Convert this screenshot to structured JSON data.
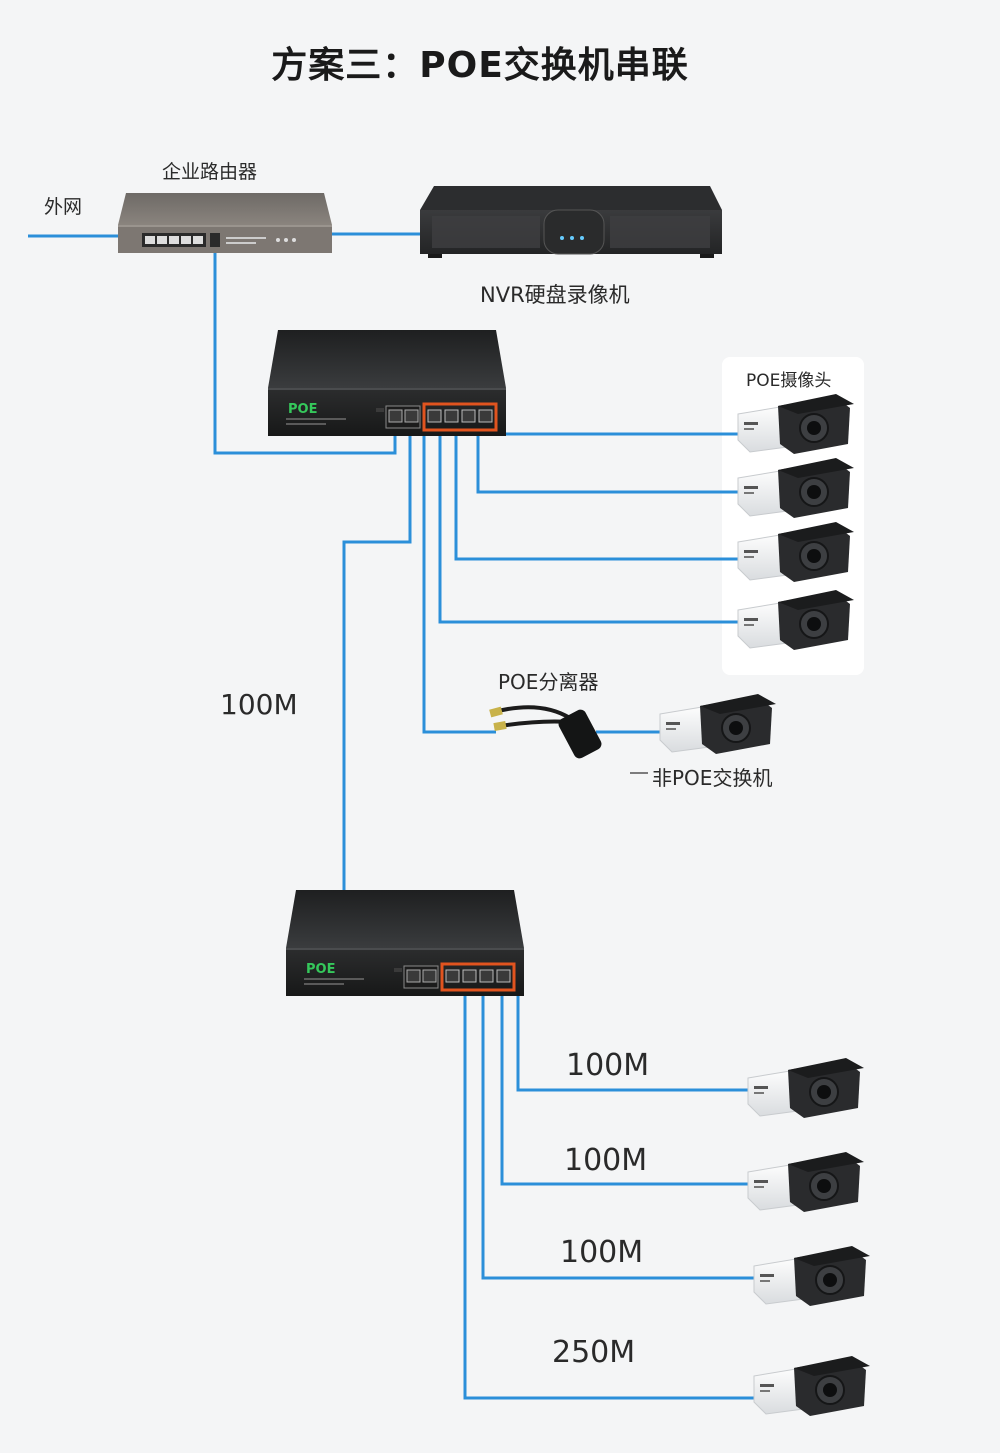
{
  "title": "方案三：POE交换机串联",
  "labels": {
    "internet": "外网",
    "router": "企业路由器",
    "nvr": "NVR硬盘录像机",
    "poe_cameras": "POE摄像头",
    "poe_splitter": "POE分离器",
    "non_poe_switch": "非POE交换机",
    "uplink_speed": "100M"
  },
  "switch_brand": "POE",
  "bottom_links": [
    "100M",
    "100M",
    "100M",
    "250M"
  ],
  "colors": {
    "cable": "#2b8fd9",
    "device_dark": "#252627",
    "port_accent": "#e1541f",
    "poe_logo": "#35c85b"
  }
}
